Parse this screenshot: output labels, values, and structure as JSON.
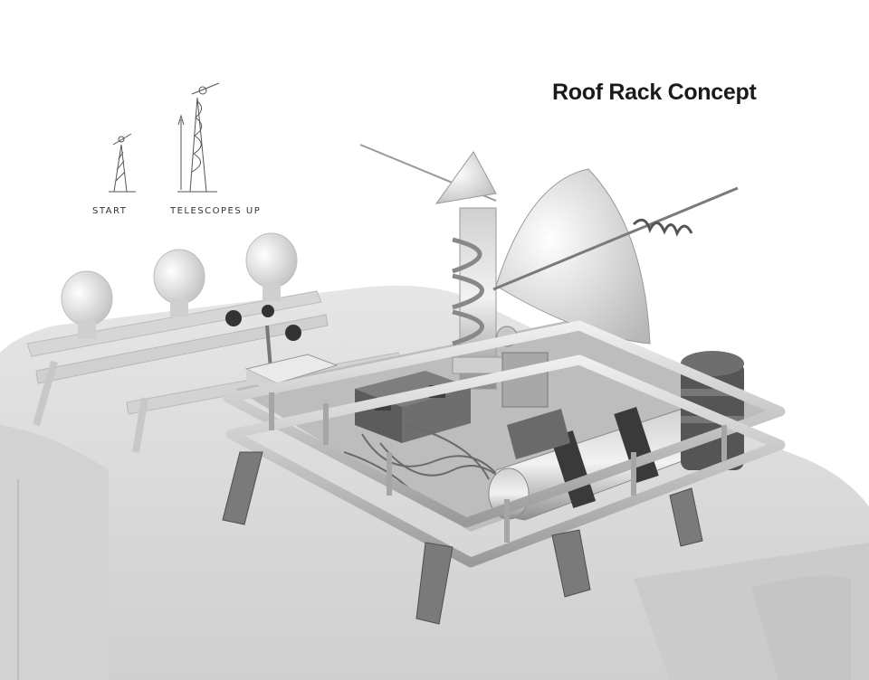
{
  "title": "Roof Rack Concept",
  "sketches": [
    {
      "label": "START"
    },
    {
      "label": "TELESCOPES UP"
    }
  ],
  "colors": {
    "background": "#ffffff",
    "van": "#d8d8d8",
    "rack": "#c4c4c4",
    "ink": "#1a1a1a"
  }
}
